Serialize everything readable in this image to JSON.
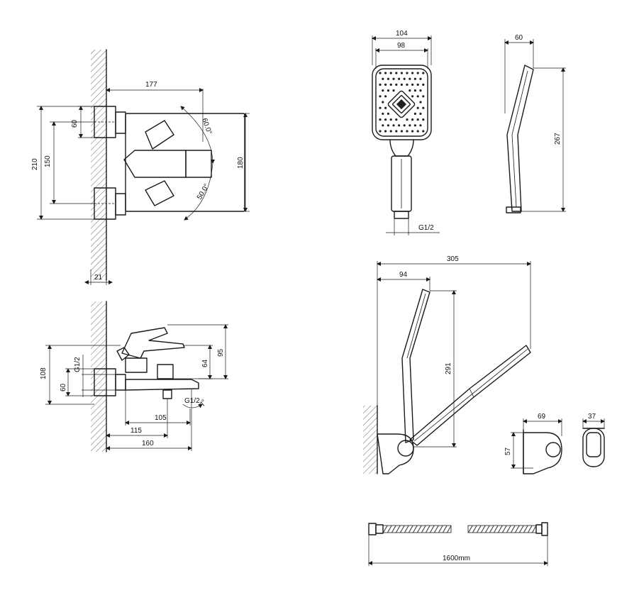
{
  "dimensions": {
    "mixer_front": {
      "width_177": "177",
      "height_210": "210",
      "height_150": "150",
      "height_60": "60",
      "height_180": "180",
      "angle_top": "60.0°",
      "angle_bottom": "50.0°",
      "wall_21": "21"
    },
    "mixer_side": {
      "height_108": "108",
      "height_60": "60",
      "thread": "G1/2",
      "height_64": "64",
      "height_95": "95",
      "outlet_thread": "G1/2",
      "angle": "7°",
      "length_105": "105",
      "length_115": "115",
      "length_160": "160"
    },
    "shower_head_front": {
      "width_104": "104",
      "width_98": "98",
      "thread": "G1/2"
    },
    "shower_head_side": {
      "depth_60": "60",
      "length_267": "267"
    },
    "holder_assembly": {
      "reach_305": "305",
      "reach_94": "94",
      "height_291": "291"
    },
    "holder_detail": {
      "width_69": "69",
      "height_57": "57",
      "width_37": "37"
    },
    "hose": {
      "length": "1600mm"
    }
  }
}
